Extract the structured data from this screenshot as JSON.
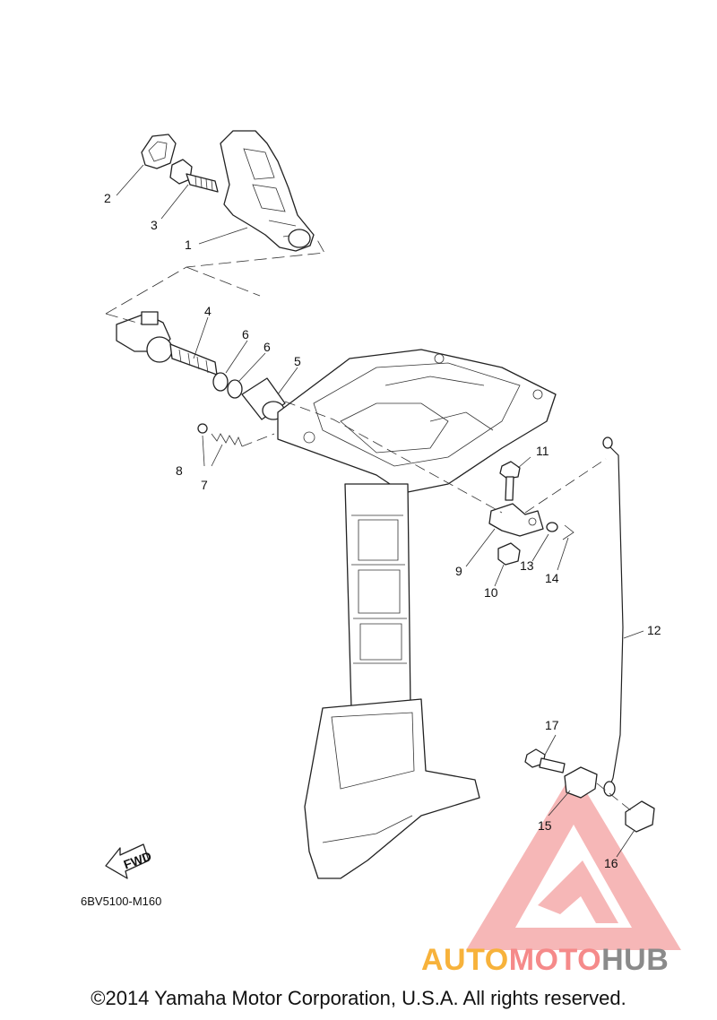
{
  "diagram": {
    "part_labels": [
      {
        "id": "1",
        "text": "1"
      },
      {
        "id": "2",
        "text": "2"
      },
      {
        "id": "3",
        "text": "3"
      },
      {
        "id": "4",
        "text": "4"
      },
      {
        "id": "5",
        "text": "5"
      },
      {
        "id": "6a",
        "text": "6"
      },
      {
        "id": "6b",
        "text": "6"
      },
      {
        "id": "7",
        "text": "7"
      },
      {
        "id": "8",
        "text": "8"
      },
      {
        "id": "9",
        "text": "9"
      },
      {
        "id": "10",
        "text": "10"
      },
      {
        "id": "11",
        "text": "11"
      },
      {
        "id": "12",
        "text": "12"
      },
      {
        "id": "13",
        "text": "13"
      },
      {
        "id": "14",
        "text": "14"
      },
      {
        "id": "15",
        "text": "15"
      },
      {
        "id": "16",
        "text": "16"
      },
      {
        "id": "17",
        "text": "17"
      }
    ],
    "fwd_label": "FWD",
    "drawing_code": "6BV5100-M160"
  },
  "watermark": {
    "part1": "AUTO",
    "part2": "MOTO",
    "part3": "HUB",
    "color1": "#f7b23b",
    "color2": "#f58a8a",
    "color3": "#8a8a8a"
  },
  "footer": {
    "copyright": "©2014 Yamaha Motor Corporation, U.S.A. All rights reserved."
  }
}
